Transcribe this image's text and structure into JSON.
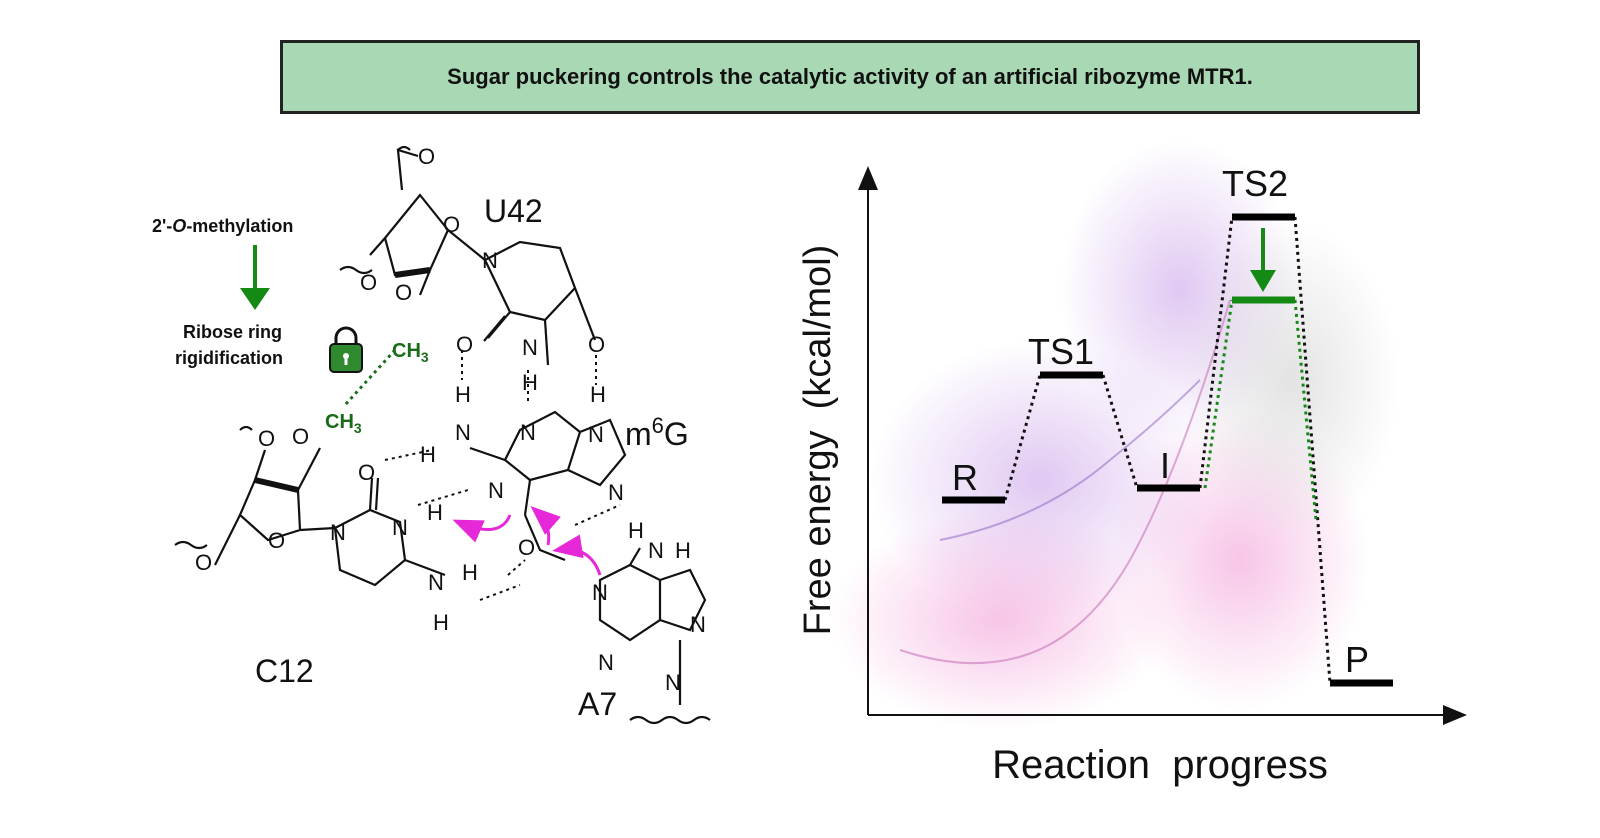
{
  "title": "Sugar puckering controls the catalytic activity of an artificial ribozyme MTR1.",
  "left": {
    "methylation_label": "2'-O-methylation",
    "methylation_prefix": "2'-",
    "methylation_O": "O",
    "methylation_suffix": "-methylation",
    "rigid_line1": "Ribose ring",
    "rigid_line2": "rigidification",
    "icons": [
      "lock-icon",
      "down-arrow-icon"
    ],
    "nucleotides": [
      "U42",
      "m6G",
      "C12",
      "A7"
    ],
    "u42": "U42",
    "m6g_m": "m",
    "m6g_6": "6",
    "m6g_G": "G",
    "c12": "C12",
    "a7": "A7",
    "ch3_top": "CH3",
    "ch3_bottom": "CH3",
    "colors": {
      "methyl": "#1a6b1a",
      "arrows": "#e628d8"
    }
  },
  "right": {
    "y_axis": "Free energy  (kcal/mol)",
    "x_axis": "Reaction  progress",
    "states": [
      "R",
      "TS1",
      "I",
      "TS2",
      "P"
    ],
    "state_r": "R",
    "state_ts1": "TS1",
    "state_i": "I",
    "state_ts2": "TS2",
    "state_p": "P",
    "colors": {
      "levels": "#000000",
      "lowered_ts2": "#148a14"
    }
  }
}
